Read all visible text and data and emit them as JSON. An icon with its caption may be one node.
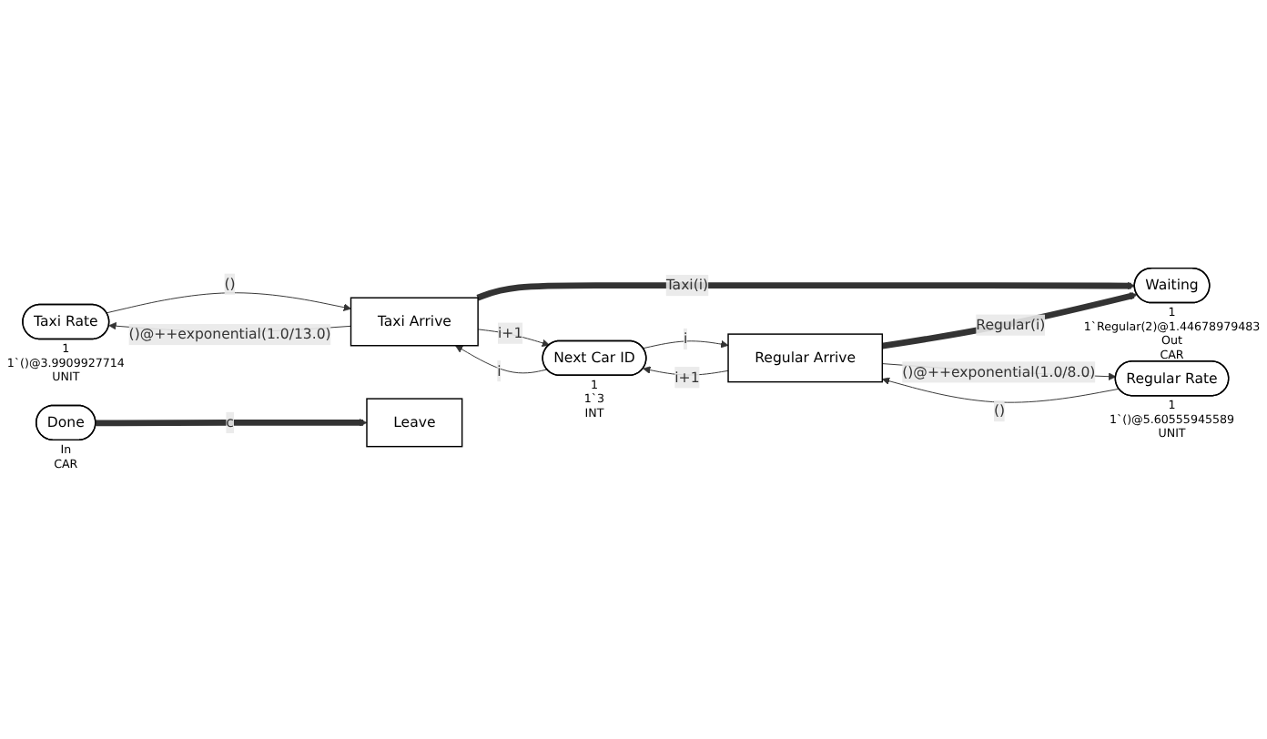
{
  "diagram": {
    "nodes": [
      {
        "text": [
          "Taxi Rate"
        ],
        "beside": [
          "1",
          "1`()@3.9909927714",
          "UNIT"
        ]
      },
      {
        "text": [
          "Taxi Arrive"
        ]
      },
      {
        "text": [
          "Next Car ID"
        ],
        "beside": [
          "1",
          "1`3",
          "INT"
        ]
      },
      {
        "text": [
          "Regular Arrive"
        ]
      },
      {
        "text": [
          "Waiting"
        ],
        "beside": [
          "1",
          "1`Regular(2)@1.44678979483",
          "Out",
          "CAR"
        ]
      },
      {
        "text": [
          "Regular Rate"
        ],
        "beside": [
          "1",
          "1`()@5.60555945589",
          "UNIT"
        ]
      },
      {
        "text": [
          "Leave"
        ]
      },
      {
        "text": [
          "Done"
        ],
        "beside": [
          "In",
          "CAR"
        ]
      }
    ],
    "edges": [
      {
        "from": 0,
        "to": 1,
        "arrow": "to",
        "label": "()"
      },
      {
        "from": 1,
        "to": 0,
        "arrow": "to",
        "label": "()@++exponential(1.0/13.0)"
      },
      {
        "from": 1,
        "to": 2,
        "arrow": "to",
        "label": "i+1"
      },
      {
        "from": 2,
        "to": 1,
        "arrow": "to",
        "label": "i"
      },
      {
        "from": 1,
        "to": 4,
        "arrow": "to",
        "label": "Taxi(i)",
        "style": "thick"
      },
      {
        "from": 3,
        "to": 2,
        "arrow": "to",
        "label": "i+1"
      },
      {
        "from": 2,
        "to": 3,
        "arrow": "to",
        "label": "i"
      },
      {
        "from": 3,
        "to": 4,
        "arrow": "to",
        "label": "Regular(i)",
        "style": "thick"
      },
      {
        "from": 5,
        "to": 3,
        "arrow": "to",
        "label": "()"
      },
      {
        "from": 3,
        "to": 5,
        "arrow": "to",
        "label": "()@++exponential(1.0/8.0)"
      },
      {
        "from": 7,
        "to": 6,
        "arrow": "to",
        "label": "c",
        "style": "thick"
      }
    ]
  }
}
